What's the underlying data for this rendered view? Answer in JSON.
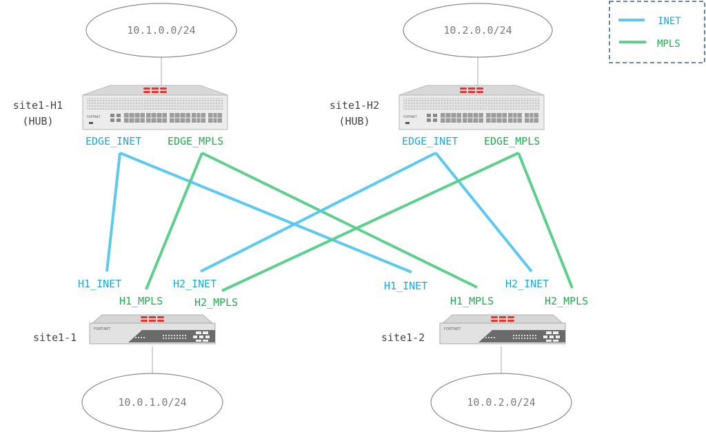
{
  "colors": {
    "inet": "#5bc8f0",
    "mpls": "#5ccf8d",
    "inet_text": "#1ba8e0",
    "mpls_text": "#1fae4e",
    "legend_border": "#3a5a8a",
    "fortinet_red": "#e5332a"
  },
  "legend": {
    "items": [
      {
        "label": "INET",
        "type": "inet"
      },
      {
        "label": "MPLS",
        "type": "mpls"
      }
    ]
  },
  "networks": {
    "hub1_lan": "10.1.0.0/24",
    "hub2_lan": "10.2.0.0/24",
    "site1_lan": "10.0.1.0/24",
    "site2_lan": "10.0.2.0/24"
  },
  "hubs": [
    {
      "name": "site1-H1",
      "role": "(HUB)",
      "inet_label": "EDGE_INET",
      "mpls_label": "EDGE_MPLS"
    },
    {
      "name": "site1-H2",
      "role": "(HUB)",
      "inet_label": "EDGE_INET",
      "mpls_label": "EDGE_MPLS"
    }
  ],
  "spokes": [
    {
      "name": "site1-1",
      "h1_inet": "H1_INET",
      "h1_mpls": "H1_MPLS",
      "h2_inet": "H2_INET",
      "h2_mpls": "H2_MPLS"
    },
    {
      "name": "site1-2",
      "h1_inet": "H1_INET",
      "h1_mpls": "H1_MPLS",
      "h2_inet": "H2_INET",
      "h2_mpls": "H2_MPLS"
    }
  ],
  "device_brand": "FORTINET",
  "links": [
    {
      "from": "site1-H1 EDGE_INET",
      "to": "site1-1 H1_INET",
      "type": "inet"
    },
    {
      "from": "site1-H1 EDGE_INET",
      "to": "site1-2 H1_INET",
      "type": "inet"
    },
    {
      "from": "site1-H1 EDGE_MPLS",
      "to": "site1-1 H1_MPLS",
      "type": "mpls"
    },
    {
      "from": "site1-H1 EDGE_MPLS",
      "to": "site1-2 H1_MPLS",
      "type": "mpls"
    },
    {
      "from": "site1-H2 EDGE_INET",
      "to": "site1-1 H2_INET",
      "type": "inet"
    },
    {
      "from": "site1-H2 EDGE_INET",
      "to": "site1-2 H2_INET",
      "type": "inet"
    },
    {
      "from": "site1-H2 EDGE_MPLS",
      "to": "site1-1 H2_MPLS",
      "type": "mpls"
    },
    {
      "from": "site1-H2 EDGE_MPLS",
      "to": "site1-2 H2_MPLS",
      "type": "mpls"
    }
  ]
}
